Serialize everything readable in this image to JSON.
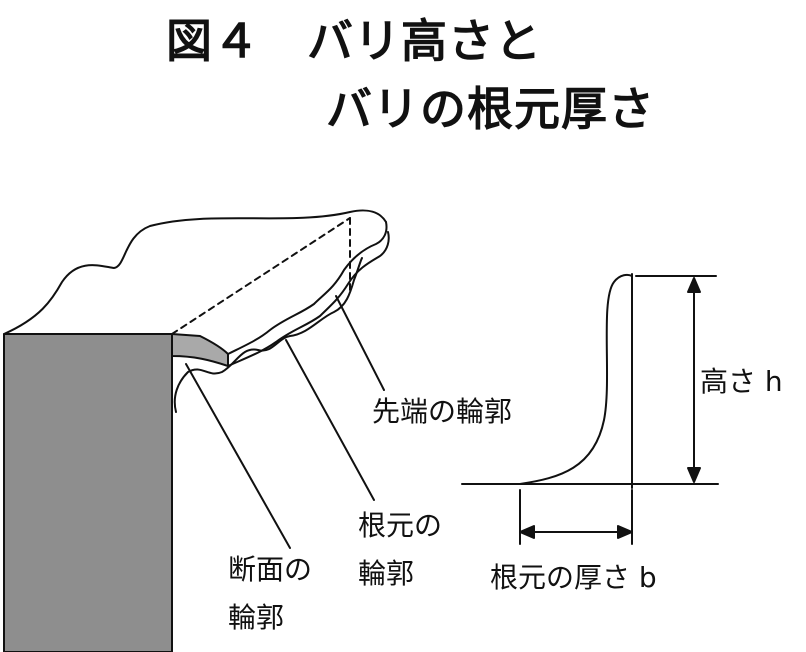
{
  "title": {
    "line1": "図４　バリ高さと",
    "line2": "バリの根元厚さ"
  },
  "labels": {
    "tip_contour": "先端の輪郭",
    "root_contour_line1": "根元の",
    "root_contour_line2": "輪郭",
    "section_contour_line1": "断面の",
    "section_contour_line2": "輪郭",
    "height": "高さ h",
    "root_thickness": "根元の厚さ b"
  },
  "colors": {
    "block_fill": "#8e8e8e",
    "burr_section": "#a9a9a9",
    "line": "#111111"
  }
}
